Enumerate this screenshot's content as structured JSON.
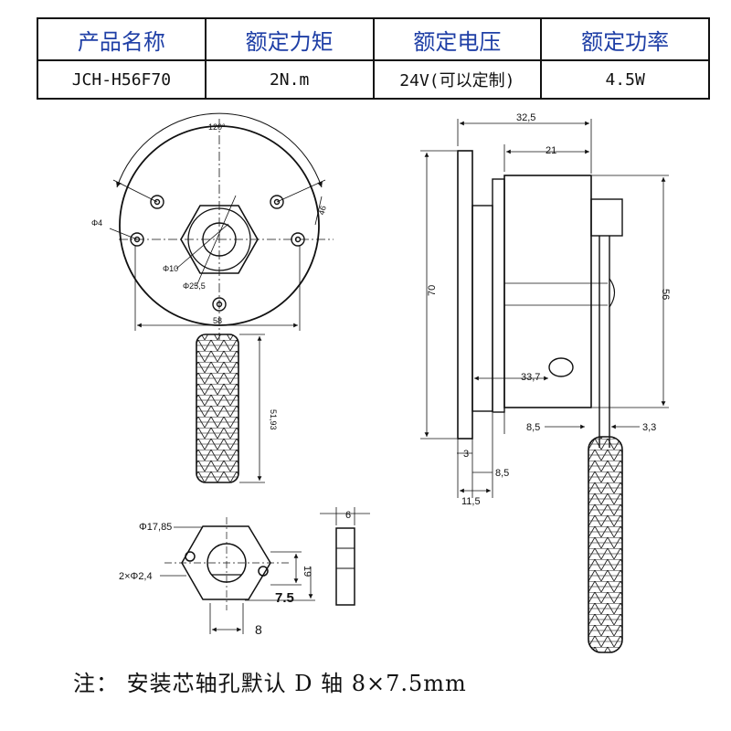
{
  "spec_table": {
    "headers": [
      "产品名称",
      "额定力矩",
      "额定电压",
      "额定功率"
    ],
    "values": [
      "JCH-H56F70",
      "2N.m",
      "24V(可以定制)",
      "4.5W"
    ]
  },
  "front_view": {
    "angle": "120°",
    "d_hole": "Φ4",
    "d_shaft": "Φ10",
    "d_hex": "Φ25,5",
    "h_bolt": "46",
    "w_base": "58",
    "handle_len": "51,93"
  },
  "side_view": {
    "total": "32,5",
    "body": "21",
    "height": "70",
    "inner": "56",
    "hole": "33,7",
    "left_off": "8,5",
    "right_off": "3,3",
    "flange": "3",
    "step": "8,5",
    "base": "11,5"
  },
  "hex_view": {
    "d": "Φ17,85",
    "holes": "2×Φ2,4",
    "h": "19",
    "d_flat": "7.5",
    "w": "8",
    "thick": "6"
  },
  "note": "注：  安装芯轴孔默认 D 轴 8×7.5mm"
}
